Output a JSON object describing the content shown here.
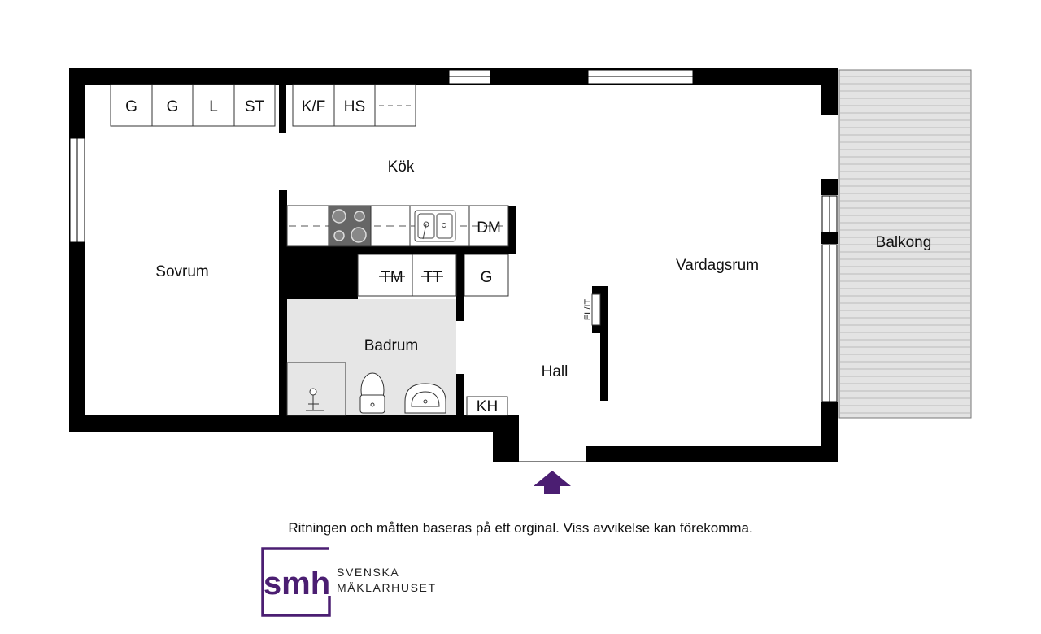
{
  "rooms": {
    "kok": "Kök",
    "sovrum": "Sovrum",
    "vardagsrum": "Vardagsrum",
    "balkong": "Balkong",
    "badrum": "Badrum",
    "hall": "Hall"
  },
  "top_appliances": [
    "G",
    "G",
    "L",
    "ST",
    "K/F",
    "HS"
  ],
  "kitchen_counter": {
    "dm": "DM"
  },
  "bath_appliances": [
    "TM",
    "TT",
    "G"
  ],
  "kh": "KH",
  "el_it": "EL/IT",
  "disclaimer": "Ritningen och måtten baseras på ett orginal. Viss avvikelse kan förekomma.",
  "brand": {
    "logo_text": "smh",
    "line1": "SVENSKA",
    "line2": "MÄKLARHUSET"
  },
  "colors": {
    "wall": "#000000",
    "bath_floor": "#e6e6e6",
    "balcony_floor": "#e3e3e3",
    "accent": "#4b1e72"
  }
}
